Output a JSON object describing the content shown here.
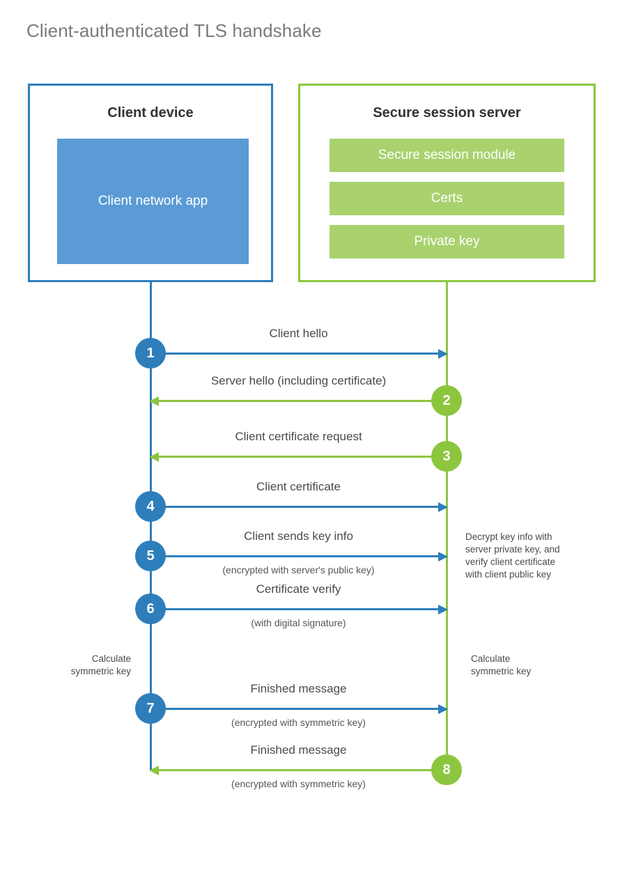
{
  "title": "Client-authenticated TLS handshake",
  "actors": {
    "client": {
      "title": "Client device",
      "app_label": "Client network app"
    },
    "server": {
      "title": "Secure session server",
      "components": [
        "Secure session module",
        "Certs",
        "Private key"
      ]
    }
  },
  "steps": [
    {
      "number": "1",
      "label": "Client hello",
      "sublabel": "",
      "direction": "to-server",
      "side": "client"
    },
    {
      "number": "2",
      "label": "Server hello (including certificate)",
      "sublabel": "",
      "direction": "to-client",
      "side": "server"
    },
    {
      "number": "3",
      "label": "Client certificate request",
      "sublabel": "",
      "direction": "to-client",
      "side": "server"
    },
    {
      "number": "4",
      "label": "Client certificate",
      "sublabel": "",
      "direction": "to-server",
      "side": "client"
    },
    {
      "number": "5",
      "label": "Client sends key info",
      "sublabel": "(encrypted with server's public key)",
      "direction": "to-server",
      "side": "client"
    },
    {
      "number": "6",
      "label": "Certificate verify",
      "sublabel": "(with digital signature)",
      "direction": "to-server",
      "side": "client"
    },
    {
      "number": "7",
      "label": "Finished message",
      "sublabel": "(encrypted with symmetric key)",
      "direction": "to-server",
      "side": "client"
    },
    {
      "number": "8",
      "label": "Finished message",
      "sublabel": "(encrypted with symmetric key)",
      "direction": "to-client",
      "side": "server"
    }
  ],
  "annotations": {
    "server_decrypt": "Decrypt key info with\nserver private key, and\nverify client certificate\nwith client public key",
    "client_calculate": "Calculate\nsymmetric key",
    "server_calculate": "Calculate\nsymmetric key"
  },
  "colors": {
    "client_accent": "#2e7ebb",
    "client_app_fill": "#5b9bd5",
    "server_accent": "#8cc63f",
    "server_bar_fill": "#a9d26e",
    "title_text": "#7b7b7b",
    "body_text": "#4a4a4a"
  }
}
